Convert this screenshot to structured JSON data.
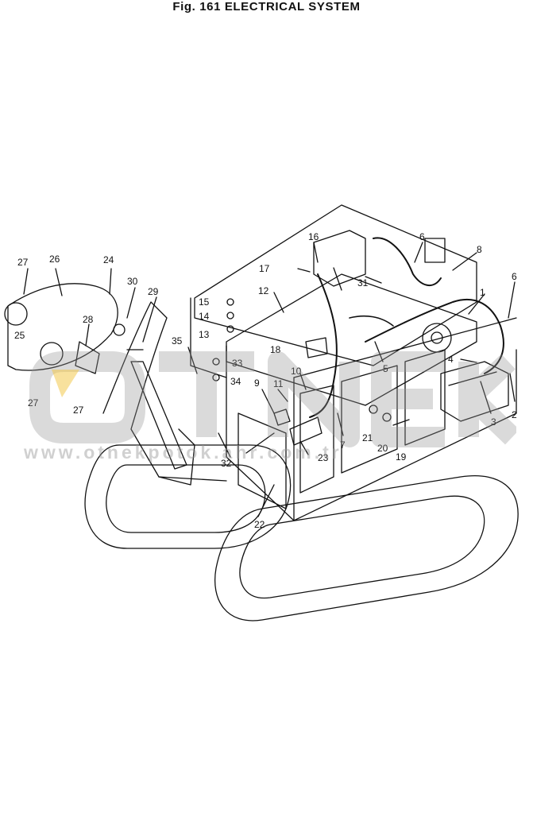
{
  "figure": {
    "title": "Fig. 161    ELECTRICAL SYSTEM"
  },
  "watermark": {
    "logo_text": "OTNEK",
    "url": "www.otnekpotok.ahr.com.tr",
    "color": "#bdbdbd",
    "accent": "#f2c94c"
  },
  "callouts": [
    "1",
    "2",
    "3",
    "4",
    "5",
    "6",
    "6",
    "7",
    "8",
    "9",
    "10",
    "11",
    "12",
    "13",
    "14",
    "15",
    "16",
    "17",
    "18",
    "19",
    "20",
    "21",
    "22",
    "23",
    "24",
    "25",
    "26",
    "27",
    "27",
    "27",
    "28",
    "29",
    "30",
    "31",
    "32",
    "33",
    "34",
    "35"
  ]
}
